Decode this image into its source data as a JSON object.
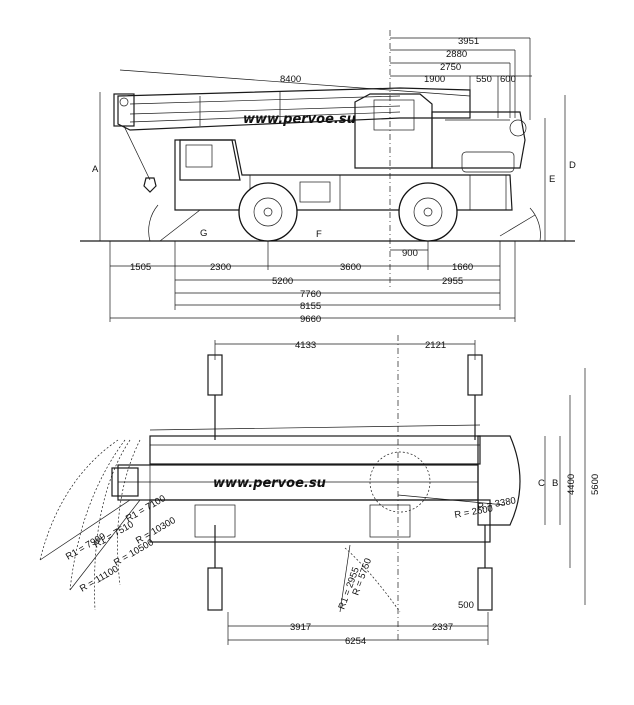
{
  "watermark": "www.pervoe.su",
  "side_view": {
    "top_dims": [
      "3951",
      "2880",
      "2750",
      "1900",
      "550",
      "600"
    ],
    "boom_length": "8400",
    "height_letters": [
      "A",
      "E",
      "D",
      "F",
      "G"
    ],
    "bottom_dims": [
      "1505",
      "2300",
      "3600",
      "900",
      "1660",
      "5200",
      "2955",
      "7760",
      "8155",
      "9660"
    ]
  },
  "top_view": {
    "top_dims": [
      "4133",
      "2121"
    ],
    "width_letters": [
      "C",
      "B"
    ],
    "width_dims": [
      "4400",
      "5600"
    ],
    "radii": [
      "R1 = 7100",
      "R = 10300",
      "R1 = 7510",
      "R = 10500",
      "R1 = 7999",
      "R = 11100",
      "R = 3380",
      "R = 2600",
      "R = 5750",
      "R1 = 2955"
    ],
    "bottom_dims": [
      "3917",
      "2337",
      "6254"
    ],
    "small_dim": "500"
  }
}
